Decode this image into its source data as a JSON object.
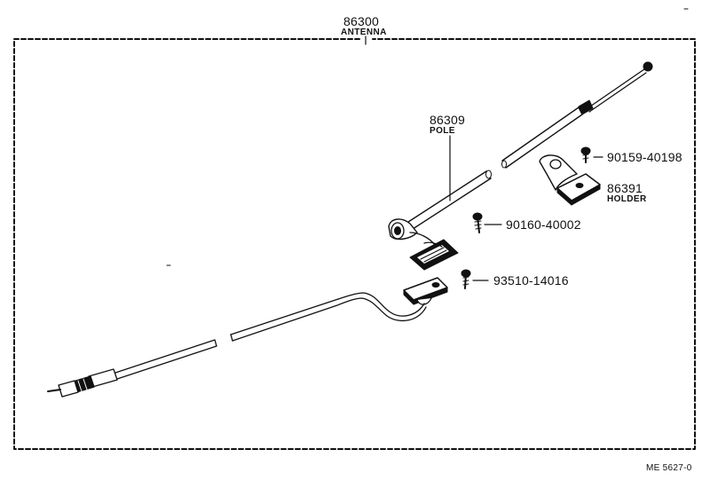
{
  "parts": {
    "antenna": {
      "number": "86300",
      "name": "ANTENNA"
    },
    "pole": {
      "number": "86309",
      "name": "POLE"
    },
    "holder": {
      "number": "86391",
      "name": "HOLDER"
    },
    "screw_1": {
      "number": "90159-40198"
    },
    "screw_2": {
      "number": "90160-40002"
    },
    "screw_3": {
      "number": "93510-14016"
    }
  },
  "reference_code": "ME 5627-0"
}
